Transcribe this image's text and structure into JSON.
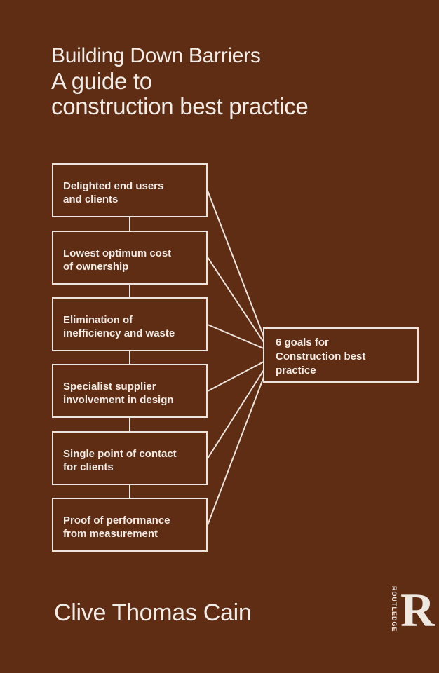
{
  "cover": {
    "title_line1": "Building Down Barriers",
    "title_line2": "A guide to",
    "title_line3": "construction best practice",
    "author": "Clive Thomas Cain",
    "publisher": "ROUTLEDGE",
    "publisher_mark": "R"
  },
  "diagram": {
    "goals": [
      "Delighted end users\nand clients",
      "Lowest optimum cost\nof ownership",
      "Elimination of\ninefficiency and waste",
      "Specialist supplier\ninvolvement in design",
      "Single point of contact\nfor clients",
      "Proof of performance\nfrom measurement"
    ],
    "summary": "6 goals for\nConstruction best\npractice"
  },
  "colors": {
    "background": "#5f2c14",
    "foreground": "#f2ece6"
  }
}
